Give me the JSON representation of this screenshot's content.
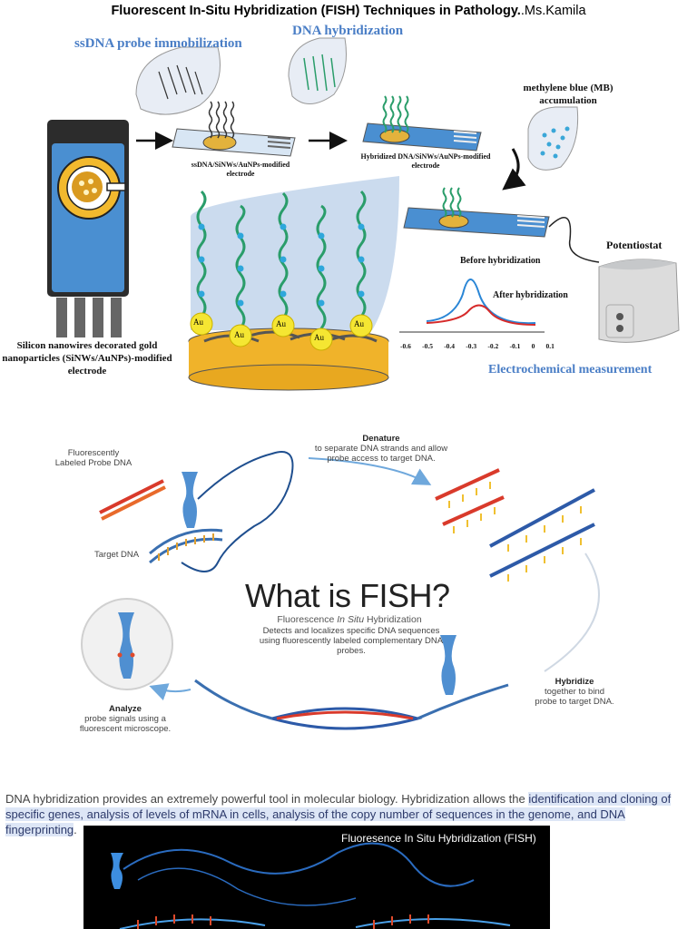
{
  "header": {
    "title": "Fluorescent In-Situ Hybridization (FISH) Techniques in Pathology.",
    "author": ".Ms.Kamila"
  },
  "figure1": {
    "step1_title": "ssDNA probe immobilization",
    "step2_title": "DNA hybridization",
    "mb_label": "methylene blue (MB) accumulation",
    "electrode1_label": "ssDNA/SiNWs/AuNPs-modified electrode",
    "electrode2_label": "Hybridized DNA/SiNWs/AuNPs-modified electrode",
    "au_label": "Au",
    "electrode_caption": "Silicon nanowires decorated gold nanoparticles (SiNWs/AuNPs)-modified electrode",
    "potentiostat_label": "Potentiostat",
    "before_label": "Before hybridization",
    "after_label": "After hybridization",
    "axis_ticks": [
      "-0.6",
      "-0.5",
      "-0.4",
      "-0.3",
      "-0.2",
      "-0.1",
      "0",
      "0.1"
    ],
    "measurement_label": "Electrochemical measurement",
    "colors": {
      "before": "#2a86d6",
      "after": "#d62a2a"
    }
  },
  "figure2": {
    "probe_label": "Fluorescently Labeled Probe DNA",
    "target_label": "Target DNA",
    "denature_title": "Denature",
    "denature_text": "to separate DNA strands and allow probe access to target DNA.",
    "main_title": "What is FISH?",
    "subtitle_a": "Fluorescence ",
    "subtitle_b": "In Situ",
    "subtitle_c": " Hybridization",
    "desc": "Detects and localizes specific DNA sequences using fluorescently labeled complementary DNA probes.",
    "hybridize_title": "Hybridize",
    "hybridize_text": "together to bind probe to target DNA.",
    "analyze_title": "Analyze",
    "analyze_text": "probe signals using a fluorescent microscope."
  },
  "paragraph": {
    "text_plain": "DNA hybridization provides an extremely powerful tool in molecular biology. Hybridization allows the ",
    "text_highlight": "identification and cloning of specific genes, analysis of levels of mRNA in cells, analysis of the copy number of sequences in the genome, and DNA fingerprinting",
    "text_end": "."
  },
  "figure3": {
    "caption": "Fluoresence In Situ Hybridization (FISH)"
  }
}
